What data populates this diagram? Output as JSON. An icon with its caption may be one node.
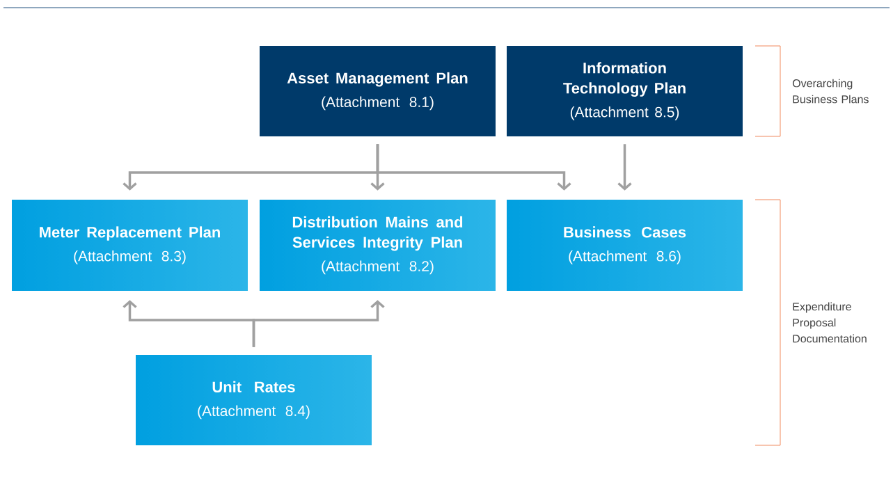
{
  "diagram": {
    "nodes": [
      {
        "text": [
          "Asset Management Plan",
          "(Attachment 8.1)"
        ]
      },
      {
        "text": [
          "Information Technology Plan",
          "(Attachment 8.5)"
        ]
      },
      {
        "text": [
          "Meter Replacement Plan",
          "(Attachment 8.3)"
        ]
      },
      {
        "text": [
          "Distribution Mains and Services Integrity Plan",
          "(Attachment 8.2)"
        ]
      },
      {
        "text": [
          "Business Cases",
          "(Attachment 8.6)"
        ]
      },
      {
        "text": [
          "Unit Rates",
          "(Attachment 8.4)"
        ]
      }
    ],
    "edges": [
      {
        "from": 0,
        "to": 2,
        "arrow": "to"
      },
      {
        "from": 0,
        "to": 3,
        "arrow": "to"
      },
      {
        "from": 0,
        "to": 4,
        "arrow": "to"
      },
      {
        "from": 1,
        "to": 4,
        "arrow": "to"
      },
      {
        "from": 5,
        "to": 2,
        "arrow": "to"
      },
      {
        "from": 5,
        "to": 3,
        "arrow": "to"
      }
    ],
    "labels": [
      "Overarching Business Plans",
      "Expenditure Proposal Documentation"
    ]
  }
}
